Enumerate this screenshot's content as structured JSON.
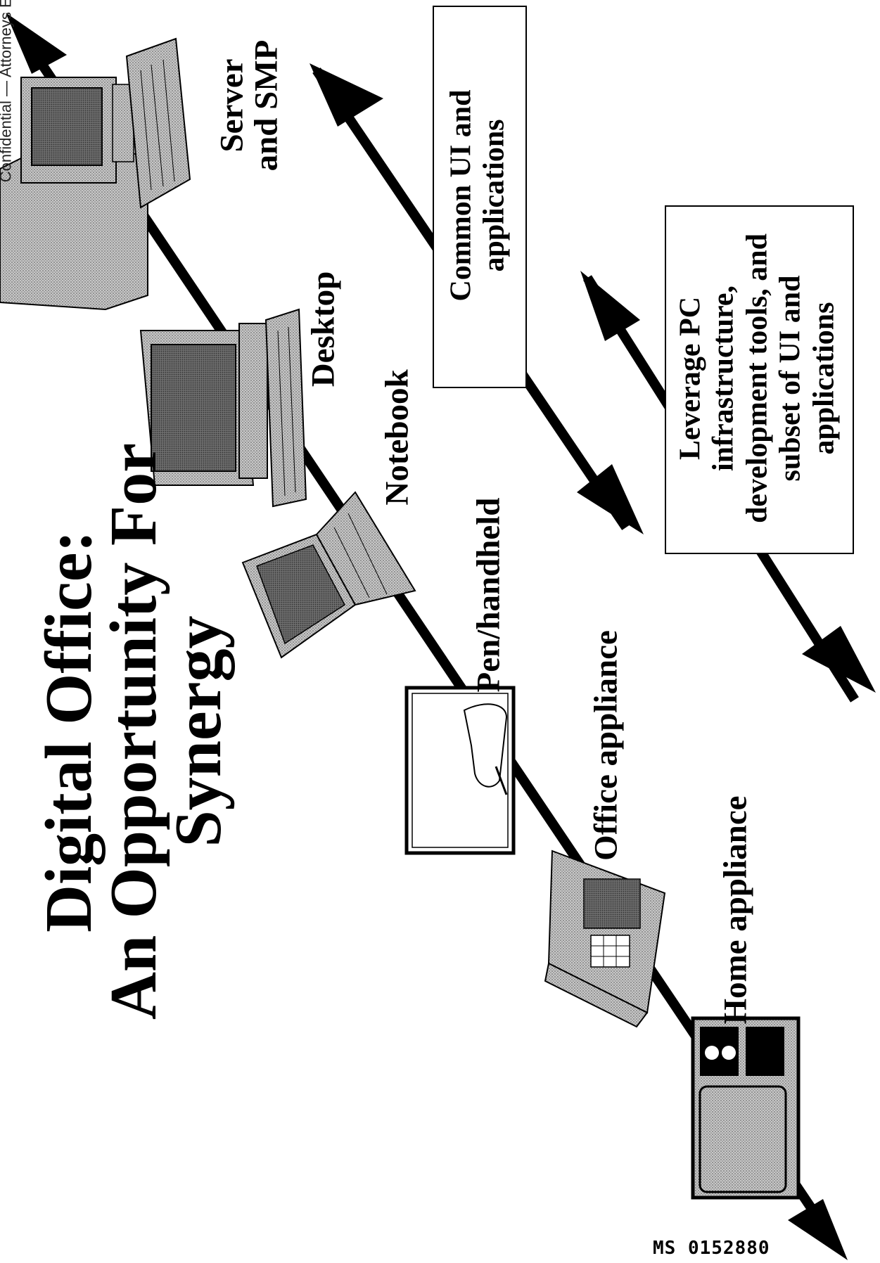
{
  "title": {
    "line1": "Digital Office:",
    "line2": "An Opportunity For",
    "line3": "Synergy"
  },
  "devices": [
    {
      "label_line1": "Server",
      "label_line2": "and SMP",
      "icon": "server-computer-icon"
    },
    {
      "label": "Desktop",
      "icon": "desktop-computer-icon"
    },
    {
      "label": "Notebook",
      "icon": "notebook-computer-icon"
    },
    {
      "label": "Pen/handheld",
      "icon": "pen-tablet-icon"
    },
    {
      "label": "Office appliance",
      "icon": "office-appliance-icon"
    },
    {
      "label": "Home appliance",
      "icon": "television-icon"
    }
  ],
  "callouts": {
    "common": {
      "line1": "Common UI and",
      "line2": "applications"
    },
    "leverage": {
      "line1": "Leverage PC",
      "line2": "infrastructure,",
      "line3": "development tools, and",
      "line4": "subset of UI and",
      "line5": "applications"
    }
  },
  "top_cut_text": "Confidential — Attorneys Eyes Only",
  "stamp": "MS 0152880",
  "colors": {
    "ink": "#000000",
    "screen_gray": "#7a7a7a",
    "body_gray": "#bdbdbd"
  }
}
